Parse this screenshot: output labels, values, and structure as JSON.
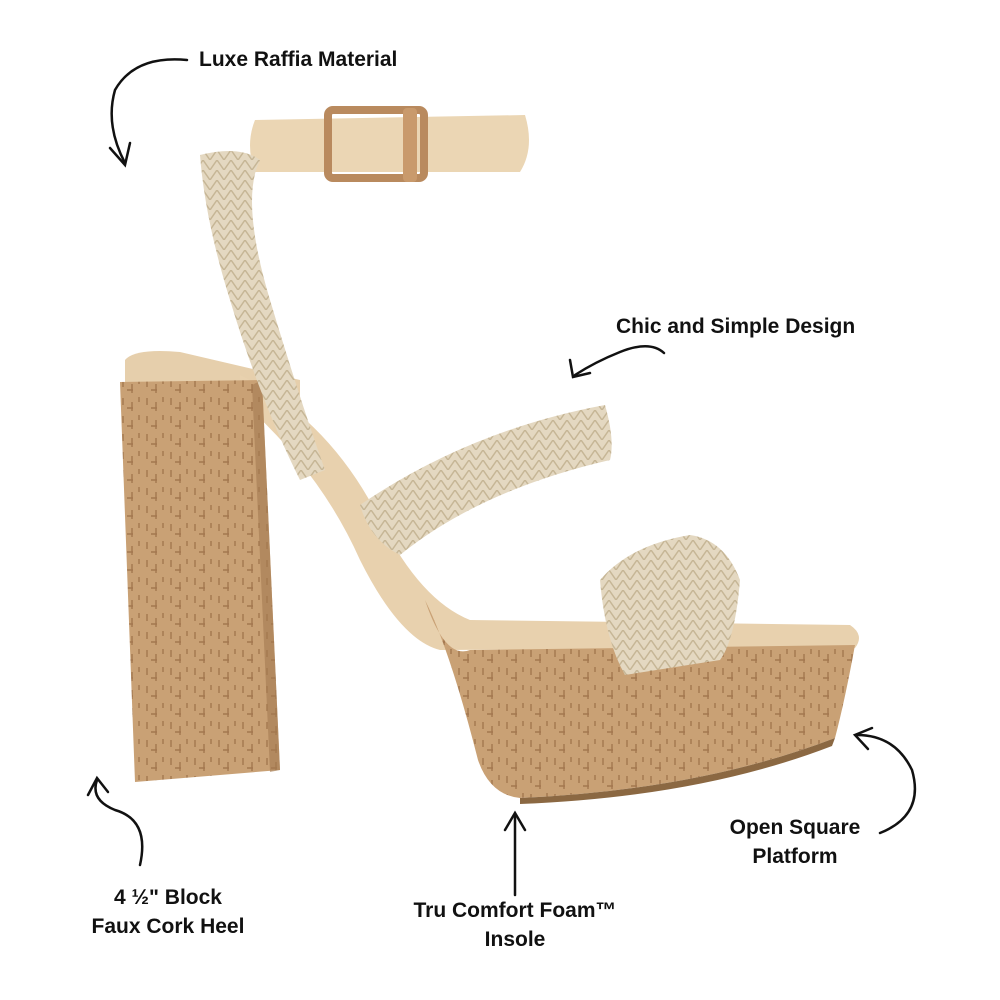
{
  "callouts": {
    "raffia": "Luxe Raffia Material",
    "design": "Chic and Simple Design",
    "platform_line1": "Open Square",
    "platform_line2": "Platform",
    "insole_line1": "Tru Comfort Foam™",
    "insole_line2": "Insole",
    "heel_line1": "4 ½\" Block",
    "heel_line2": "Faux Cork Heel"
  },
  "colors": {
    "cork": "#c79f72",
    "raffia": "#e3d6bd",
    "leather": "#e8d2b0",
    "buckle": "#b98a5e"
  }
}
